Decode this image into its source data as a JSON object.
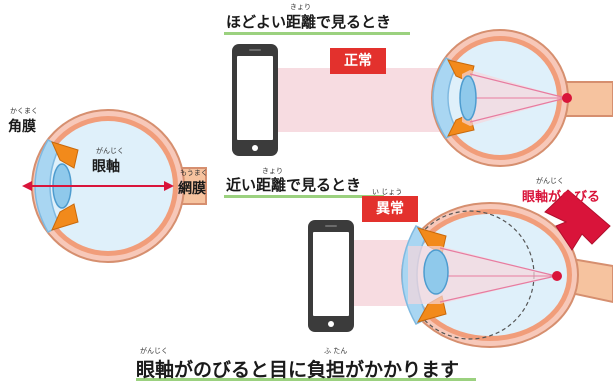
{
  "colors": {
    "sclera": "#f7c8b9",
    "eye_inner": "#dff0fa",
    "eye_outline": "#d68f6f",
    "lens": "#8fc9eb",
    "cornea": "#a9d6f2",
    "muscle": "#f28a1b",
    "retina_point": "#d9143a",
    "light_beam": "#f6d6dc",
    "badge_red": "#e3312d",
    "underline": "#9bd17f",
    "accent_text": "#d9143a",
    "phone_body": "#3b3b3b"
  },
  "labels": {
    "cornea": {
      "text": "角膜",
      "ruby": "かくまく"
    },
    "axial_length": {
      "text": "眼軸",
      "ruby": "がんじく"
    },
    "retina": {
      "text": "網膜",
      "ruby": "もうまく"
    },
    "moderate_distance": {
      "text": "ほどよい距離で見るとき",
      "ruby": "きょり"
    },
    "near_distance": {
      "text": "近い距離で見るとき",
      "ruby": "きょり"
    },
    "normal": "正常",
    "abnormal": {
      "text": "異常",
      "ruby": "い じょう"
    },
    "axial_elongates": {
      "text": "眼軸がのびる",
      "ruby": "がんじく"
    },
    "bottom_caption": {
      "text": "眼軸がのびると目に負担がかかります",
      "ruby_1": "がんじく",
      "ruby_2": "ふ たん"
    }
  },
  "icons": [
    "smartphone-icon",
    "arrow-right-icon",
    "eye-cross-section"
  ]
}
